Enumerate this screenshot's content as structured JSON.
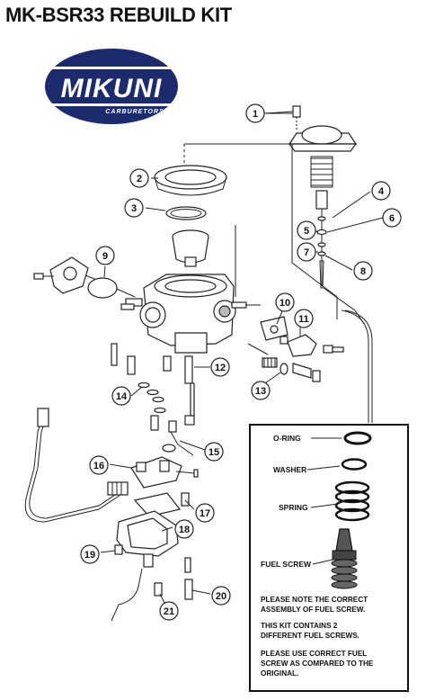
{
  "title": "MK-BSR33 REBUILD KIT",
  "logo": {
    "brand": "MIKUNI",
    "sub": "CARBURETORS",
    "colors": {
      "navy": "#1c2b6e",
      "white": "#ffffff"
    }
  },
  "callouts": [
    "1",
    "2",
    "3",
    "4",
    "5",
    "6",
    "7",
    "8",
    "9",
    "10",
    "11",
    "12",
    "13",
    "14",
    "15",
    "16",
    "17",
    "18",
    "19",
    "20",
    "21"
  ],
  "inset": {
    "labels": {
      "o_ring": "O-RING",
      "washer": "WASHER",
      "spring": "SPRING",
      "fuel_screw": "FUEL SCREW"
    },
    "notes": [
      [
        "PLEASE NOTE THE CORRECT",
        "ASSEMBLY OF FUEL SCREW."
      ],
      [
        "THIS KIT CONTAINS 2",
        "DIFFERENT FUEL SCREWS."
      ],
      [
        "PLEASE USE CORRECT FUEL",
        "SCREW AS COMPARED TO THE",
        "ORIGINAL."
      ]
    ]
  }
}
